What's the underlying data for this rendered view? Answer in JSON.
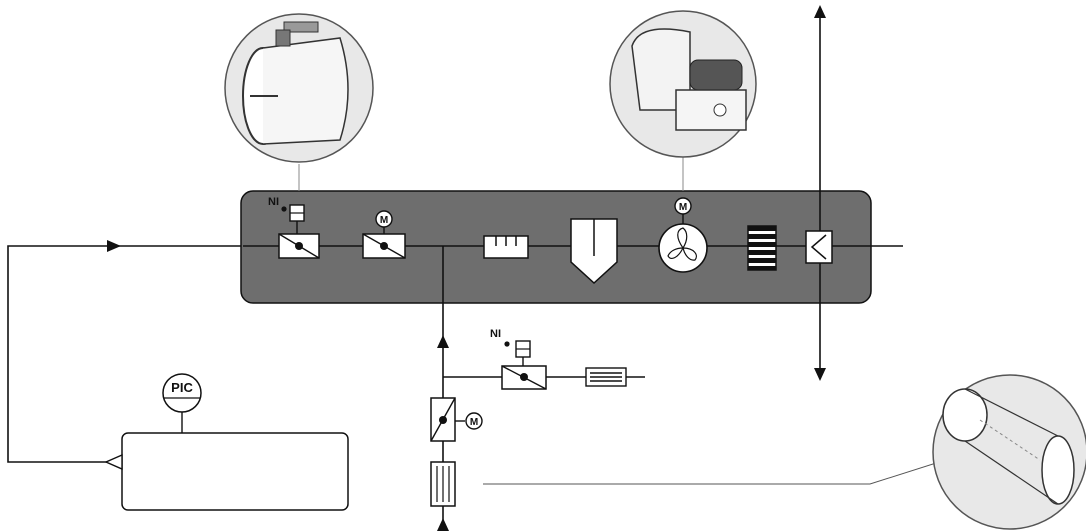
{
  "labels": {
    "ni_main": "NI",
    "ni_branch": "NI",
    "motor_1": "M",
    "motor_fan": "M",
    "motor_branch": "M",
    "pic": "PIC"
  },
  "icons": [
    "duct-damper-photo-icon",
    "centrifugal-fan-photo-icon",
    "conical-duct-photo-icon",
    "fan-symbol-icon",
    "filter-symbol-icon",
    "cyclone-symbol-icon",
    "damper-symbol-icon",
    "silencer-symbol-icon"
  ],
  "colors": {
    "process_box": "#6e6e6e",
    "line": "#111111",
    "background": "#ffffff"
  }
}
